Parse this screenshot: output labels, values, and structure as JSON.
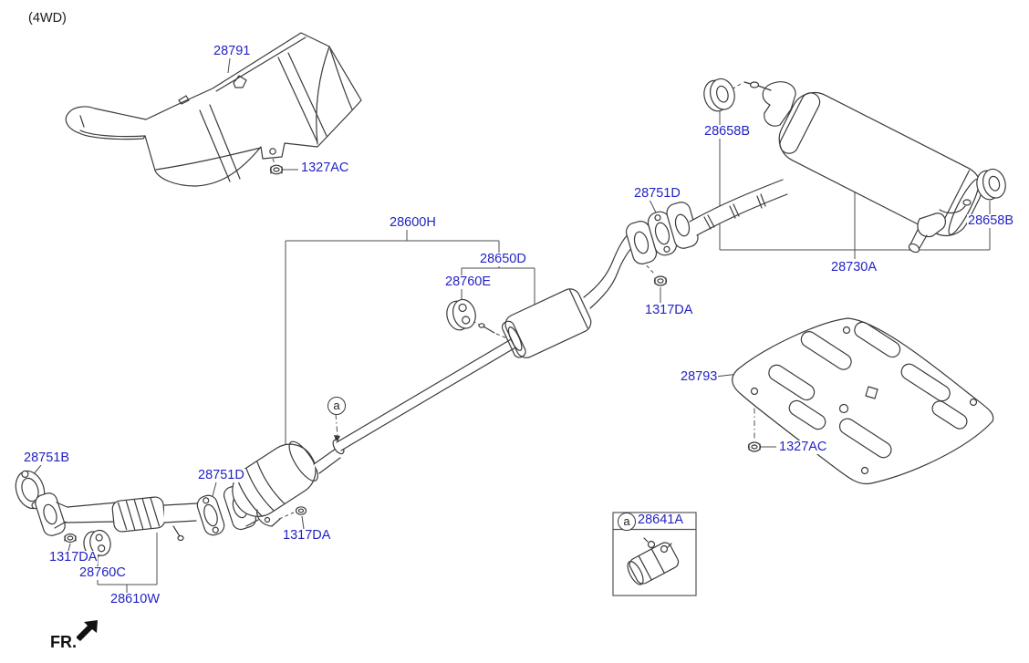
{
  "page": {
    "note_top_left": "(4WD)",
    "direction_label": "FR."
  },
  "colors": {
    "callout_blue": "#2323c4",
    "line_gray": "#3a3a3a"
  },
  "markers": {
    "inline": "a"
  },
  "legend": {
    "marker": "a",
    "part_number": "28641A"
  },
  "callouts": [
    {
      "text": "28791"
    },
    {
      "text": "1327AC"
    },
    {
      "text": "28600H"
    },
    {
      "text": "28650D"
    },
    {
      "text": "28760E"
    },
    {
      "text": "28751D"
    },
    {
      "text": "1317DA"
    },
    {
      "text": "28658B"
    },
    {
      "text": "28658B"
    },
    {
      "text": "28730A"
    },
    {
      "text": "28793"
    },
    {
      "text": "1327AC"
    },
    {
      "text": "28751B"
    },
    {
      "text": "28751D"
    },
    {
      "text": "1317DA"
    },
    {
      "text": "28760C"
    },
    {
      "text": "28610W"
    },
    {
      "text": "1317DA"
    }
  ]
}
